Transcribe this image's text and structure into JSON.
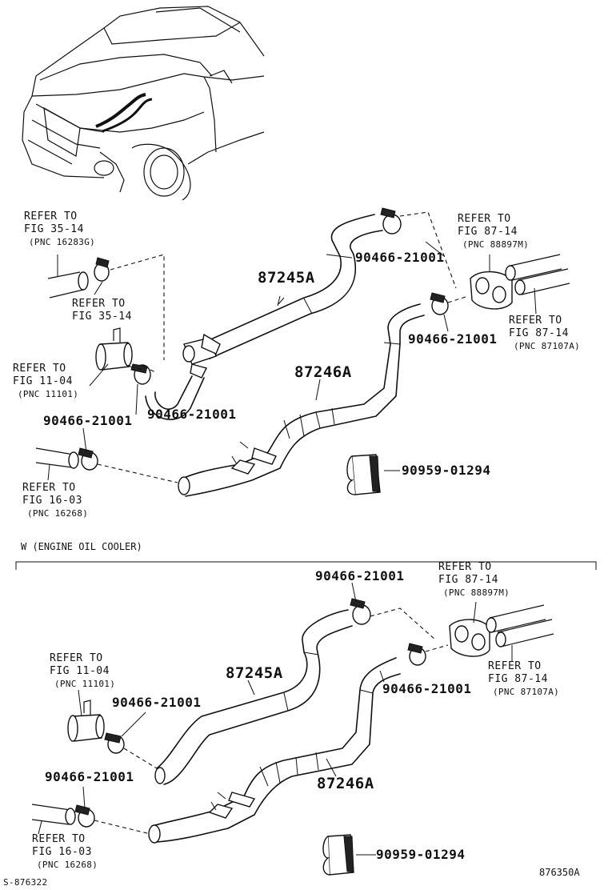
{
  "section_header": "W (ENGINE OIL COOLER)",
  "figure_code": "876350A",
  "sheet_code": "S-876322",
  "upper": {
    "ref_pnc16283g": {
      "l1": "REFER TO",
      "l2": "FIG 35-14",
      "l3": "(PNC 16283G)"
    },
    "ref_fig35": {
      "l1": "REFER TO",
      "l2": "FIG 35-14"
    },
    "ref_pnc11101": {
      "l1": "REFER TO",
      "l2": "FIG 11-04",
      "l3": "(PNC 11101)"
    },
    "ref_pnc16268": {
      "l1": "REFER TO",
      "l2": "FIG 16-03",
      "l3": "(PNC 16268)"
    },
    "ref_pnc88897m": {
      "l1": "REFER TO",
      "l2": "FIG 87-14",
      "l3": "(PNC 88897M)"
    },
    "ref_pnc87107a": {
      "l1": "REFER TO",
      "l2": "FIG 87-14",
      "l3": "(PNC 87107A)"
    },
    "hose_a": "87245A",
    "hose_b": "87246A",
    "clamp_top": "90466-21001",
    "clamp_right": "90466-21001",
    "clamp_mid": "90466-21001",
    "clamp_left": "90466-21001",
    "clip": "90959-01294"
  },
  "lower": {
    "ref_pnc11101": {
      "l1": "REFER TO",
      "l2": "FIG 11-04",
      "l3": "(PNC 11101)"
    },
    "ref_pnc16268": {
      "l1": "REFER TO",
      "l2": "FIG 16-03",
      "l3": "(PNC 16268)"
    },
    "ref_pnc88897m": {
      "l1": "REFER TO",
      "l2": "FIG 87-14",
      "l3": "(PNC 88897M)"
    },
    "ref_pnc87107a": {
      "l1": "REFER TO",
      "l2": "FIG 87-14",
      "l3": "(PNC 87107A)"
    },
    "hose_a": "87245A",
    "hose_b": "87246A",
    "clamp_top": "90466-21001",
    "clamp_right": "90466-21001",
    "clamp_mid": "90466-21001",
    "clamp_left": "90466-21001",
    "clip": "90959-01294"
  }
}
